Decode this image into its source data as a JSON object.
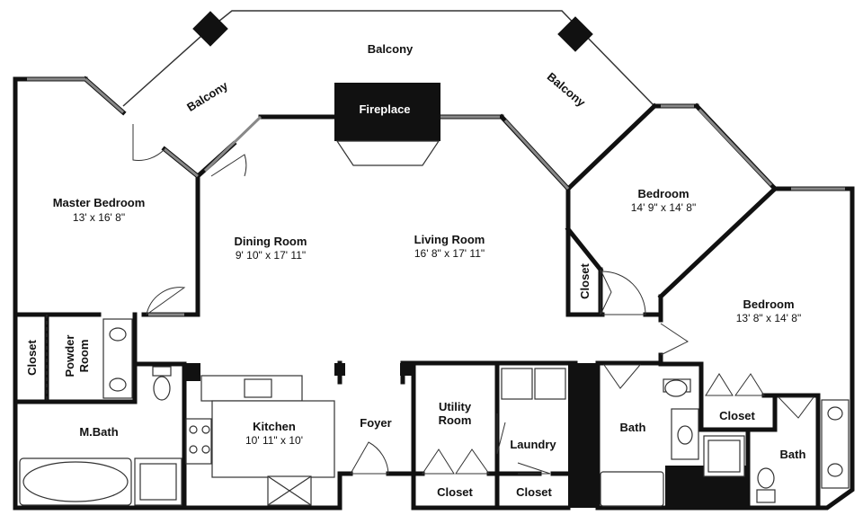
{
  "rooms": {
    "balcony_top": "Balcony",
    "balcony_left": "Balcony",
    "balcony_right": "Balcony",
    "fireplace": "Fireplace",
    "master_bedroom": {
      "name": "Master Bedroom",
      "dims": "13' x 16' 8\""
    },
    "dining_room": {
      "name": "Dining Room",
      "dims": "9' 10\" x 17' 11\""
    },
    "living_room": {
      "name": "Living Room",
      "dims": "16' 8\" x 17' 11\""
    },
    "bedroom_1": {
      "name": "Bedroom",
      "dims": "14' 9\" x 14' 8\""
    },
    "bedroom_2": {
      "name": "Bedroom",
      "dims": "13' 8\" x 14' 8\""
    },
    "closet_left": "Closet",
    "powder_room_line1": "Powder",
    "powder_room_line2": "Room",
    "closet_bed1": "Closet",
    "m_bath": "M.Bath",
    "kitchen": {
      "name": "Kitchen",
      "dims": "10' 11\" x 10'"
    },
    "foyer": "Foyer",
    "utility_room_line1": "Utility",
    "utility_room_line2": "Room",
    "laundry": "Laundry",
    "bath_1": "Bath",
    "bath_2": "Bath",
    "closet_bath": "Closet",
    "closet_utility": "Closet",
    "closet_laundry": "Closet"
  }
}
